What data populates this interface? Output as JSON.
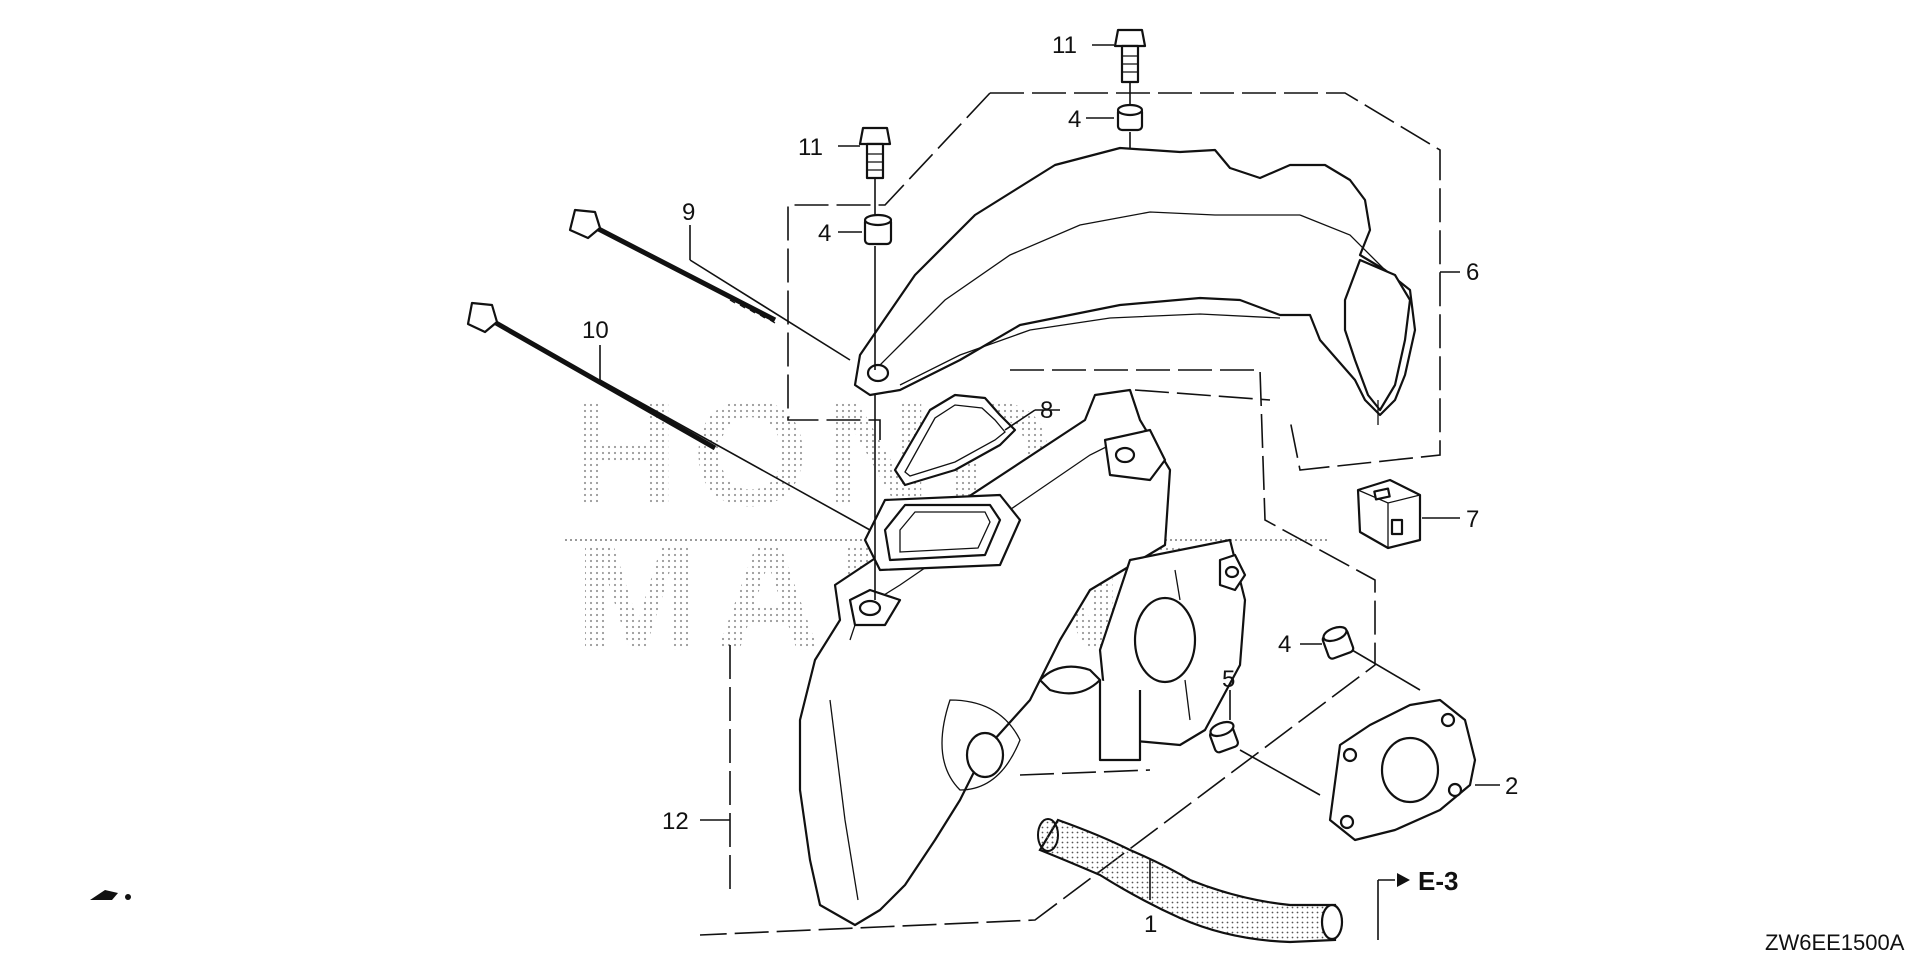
{
  "diagram_code": "ZW6EE1500A",
  "watermark": {
    "line1": "HONDA",
    "line2": "MARINE"
  },
  "reference": {
    "label": "E-3"
  },
  "callouts": {
    "c1": "1",
    "c2": "2",
    "c4a": "4",
    "c4b": "4",
    "c4c": "4",
    "c5": "5",
    "c6": "6",
    "c7": "7",
    "c8": "8",
    "c9": "9",
    "c10": "10",
    "c11a": "11",
    "c11b": "11",
    "c12": "12"
  }
}
